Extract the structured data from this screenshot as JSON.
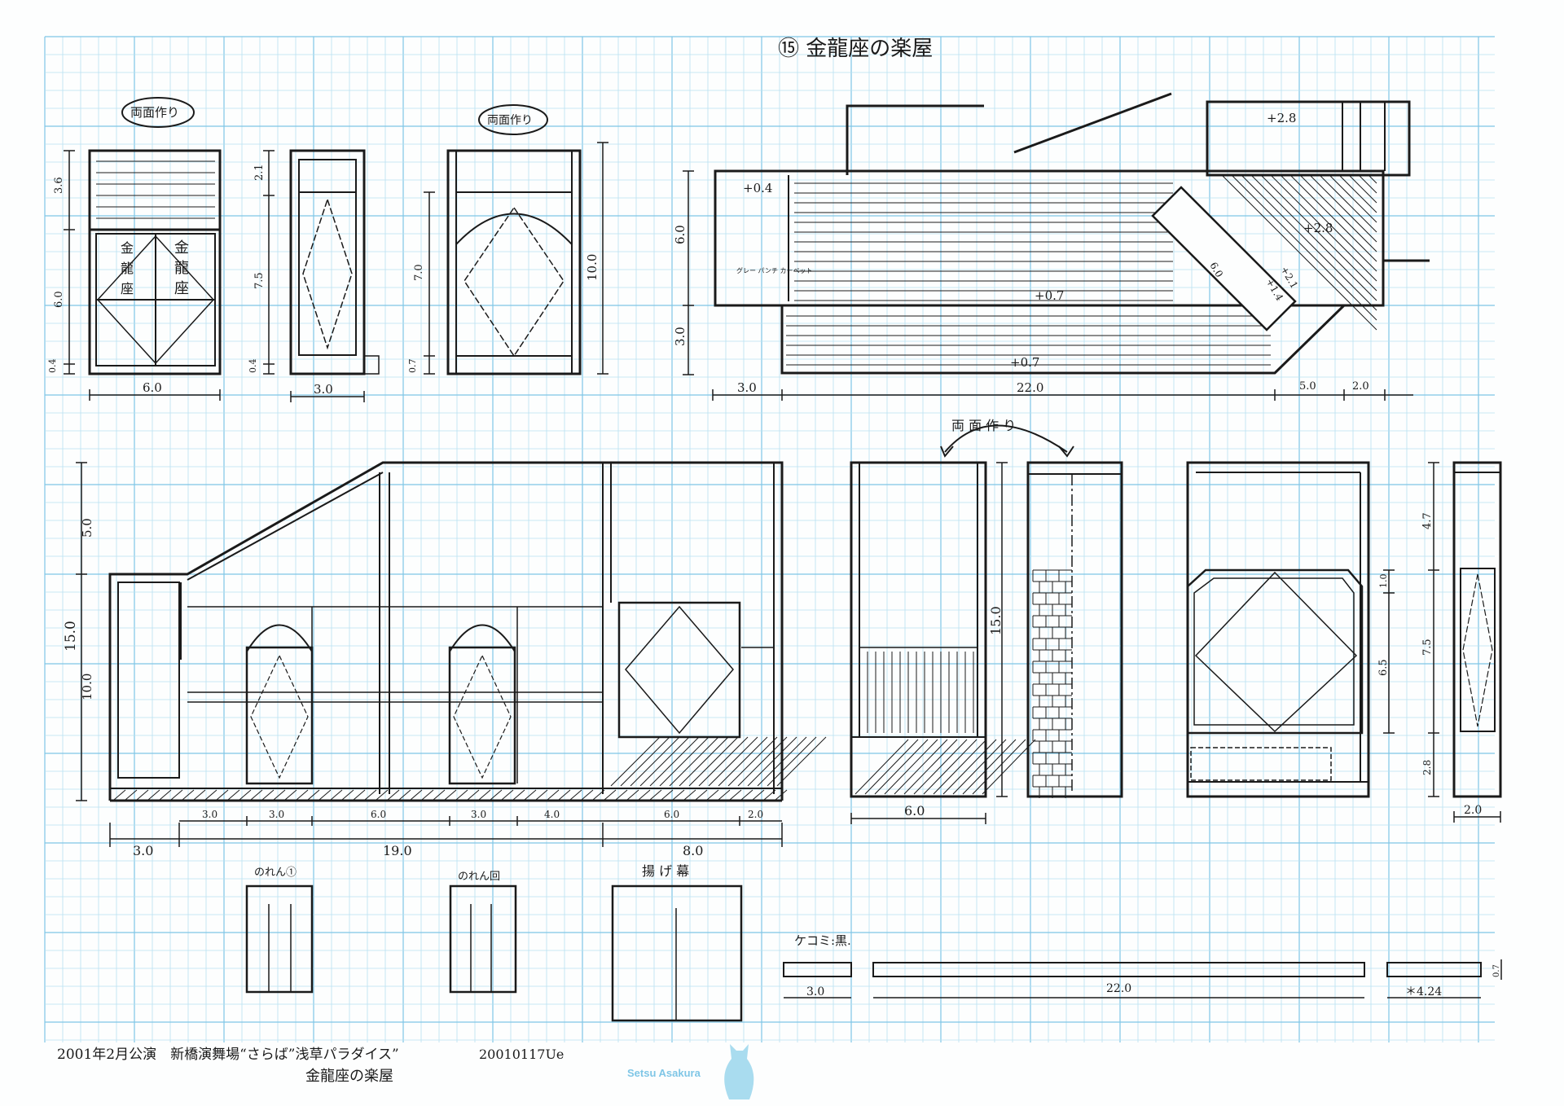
{
  "title": "⑮ 金龍座の楽屋",
  "labels": {
    "ryomen_a": "両面作り",
    "ryomen_b": "両面作り",
    "ryomen_c": "両 面 作 り",
    "noren_i": "のれん①",
    "noren_ro": "のれん回",
    "agemaku": "揚 げ 幕",
    "kekomi": "ケコミ:黒.",
    "carpet": "グレー パンチ カーペット",
    "kanji_left_door": "金 龍 座",
    "kanji_right_door": "金 龍 座"
  },
  "dims": {
    "e1_w": "6.0",
    "e1_h1": "3.6",
    "e1_h2": "6.0",
    "e1_h3": "0.4",
    "e2_w": "3.0",
    "e2_h1": "2.1",
    "e2_h2": "7.5",
    "e2_h3": "0.4",
    "e3_h1": "7.0",
    "e3_h2": "0.7",
    "e3_h": "10.0",
    "plan_h1": "6.0",
    "plan_h2": "3.0",
    "plan_w1": "3.0",
    "plan_w2": "22.0",
    "plan_w3": "5.0",
    "plan_w4": "2.0",
    "lv_a": "+0.4",
    "lv_b": "+2.8",
    "lv_c": "+2.8",
    "lv_d": "+0.7",
    "lv_e": "+0.7",
    "lv_f": "+2.1",
    "lv_g": "+1.4",
    "lv_h": "6.0",
    "big_h": "15.0",
    "big_h1": "5.0",
    "big_h2": "10.0",
    "big_w_a": "3.0",
    "big_w_b": "19.0",
    "big_w_c": "8.0",
    "big_s1": "3.0",
    "big_s2": "3.0",
    "big_s3": "6.0",
    "big_s4": "3.0",
    "big_s5": "4.0",
    "big_s6": "6.0",
    "big_s7": "2.0",
    "mid_h": "15.0",
    "mid_w": "6.0",
    "right_h1": "1.0",
    "right_h2": "6.5",
    "right_h3": "2.8",
    "side_h1": "4.7",
    "side_h2": "7.5",
    "side_w": "2.0",
    "kekomi_1": "3.0",
    "kekomi_2": "22.0",
    "kekomi_3": "＊4.24",
    "kekomi_h": "0.7"
  },
  "footer": {
    "line1": "2001年2月公演　新橋演舞場“さらば”浅草パラダイス”",
    "line2": "金龍座の楽屋",
    "date": "20010117Ue",
    "stamp_name": "Setsu Asakura"
  }
}
